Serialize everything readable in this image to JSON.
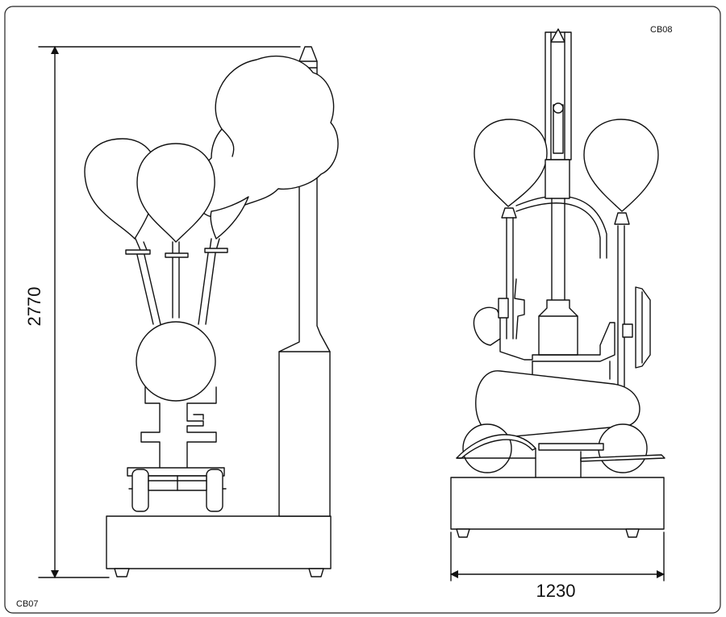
{
  "codes": {
    "left_view": "CB07",
    "right_view": "CB08"
  },
  "dimensions": {
    "height": "2770",
    "width": "1230"
  }
}
